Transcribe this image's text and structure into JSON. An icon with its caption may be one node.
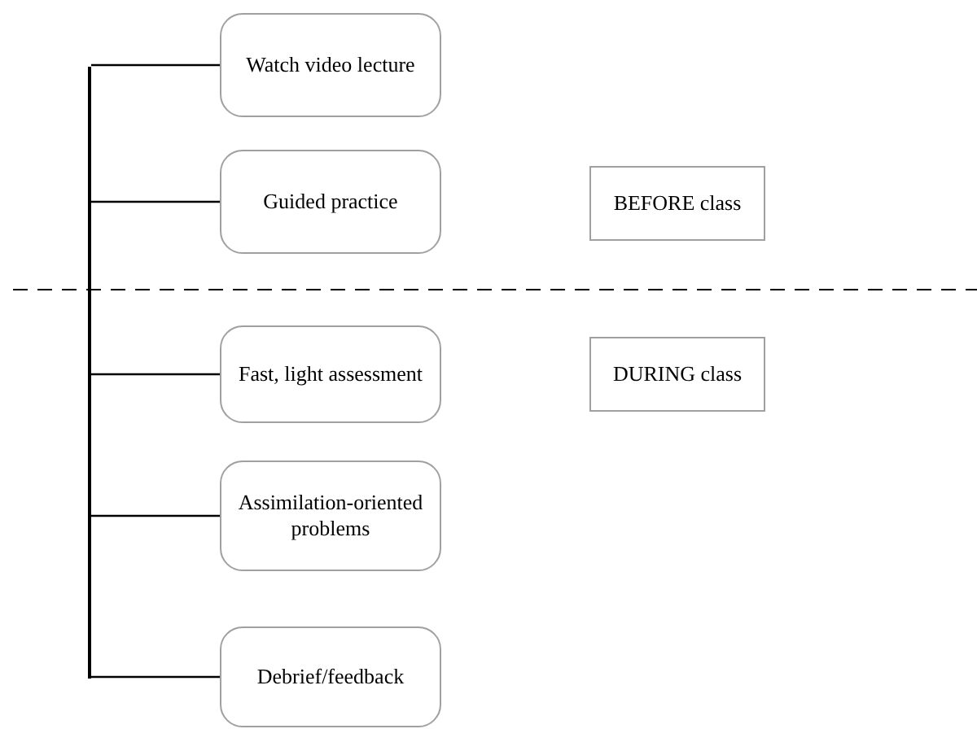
{
  "diagram": {
    "nodes": [
      {
        "text": [],
        "shape": "bar"
      },
      {
        "text": [
          "Watch video lecture"
        ]
      },
      {
        "text": [
          "Guided practice"
        ]
      },
      {
        "text": [
          "Fast, light assessment"
        ]
      },
      {
        "text": [
          "Assimilation-oriented problems"
        ]
      },
      {
        "text": [
          "Debrief/feedback"
        ]
      },
      {
        "text": [
          "BEFORE class"
        ]
      },
      {
        "text": [
          "DURING class"
        ]
      }
    ],
    "edges": [
      {
        "from": 0,
        "to": 1,
        "arrow": "none"
      },
      {
        "from": 0,
        "to": 2,
        "arrow": "none"
      },
      {
        "from": 0,
        "to": 3,
        "arrow": "none"
      },
      {
        "from": 0,
        "to": 4,
        "arrow": "none"
      },
      {
        "from": 0,
        "to": 5,
        "arrow": "none"
      }
    ]
  }
}
